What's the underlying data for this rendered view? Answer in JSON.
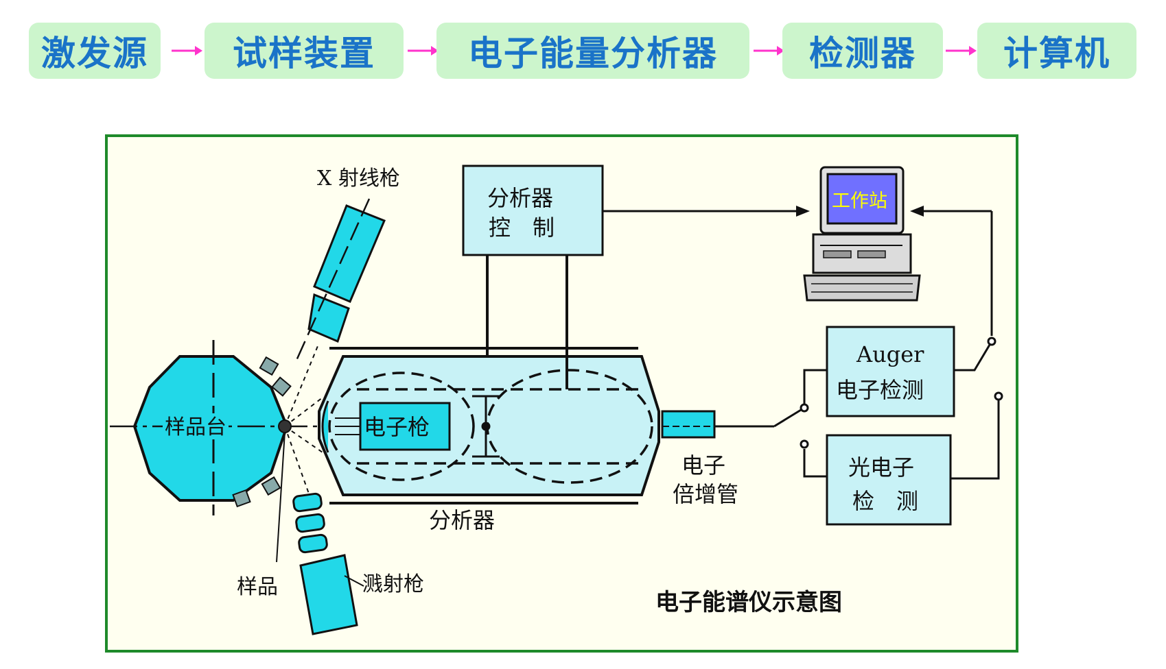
{
  "flow": {
    "steps": [
      "激发源",
      "试样装置",
      "电子能量分析器",
      "检测器",
      "计算机"
    ]
  },
  "diagram": {
    "xray_gun": "X 射线枪",
    "analyzer_control_line1": "分析器",
    "analyzer_control_line2": "控　制",
    "workstation": "工作站",
    "auger_line1": "Auger",
    "auger_line2": "电子检测",
    "photo_line1": "光电子",
    "photo_line2": "检　测",
    "sample_stage": "样品台",
    "electron_gun": "电子枪",
    "analyzer": "分析器",
    "multiplier_line1": "电子",
    "multiplier_line2": "倍增管",
    "sample": "样品",
    "sputter_gun": "溅射枪",
    "caption": "电子能谱仪示意图"
  },
  "colors": {
    "flow_box_bg": "#ccf5cc",
    "flow_text": "#1a73c8",
    "arrow": "#ff33cc",
    "frame_border": "#1e8a2a",
    "frame_bg": "#fffff0",
    "cyan": "#22d8e8",
    "light_cyan": "#c8f2f6",
    "screen": "#7070ff",
    "screen_text": "#ffff00"
  }
}
